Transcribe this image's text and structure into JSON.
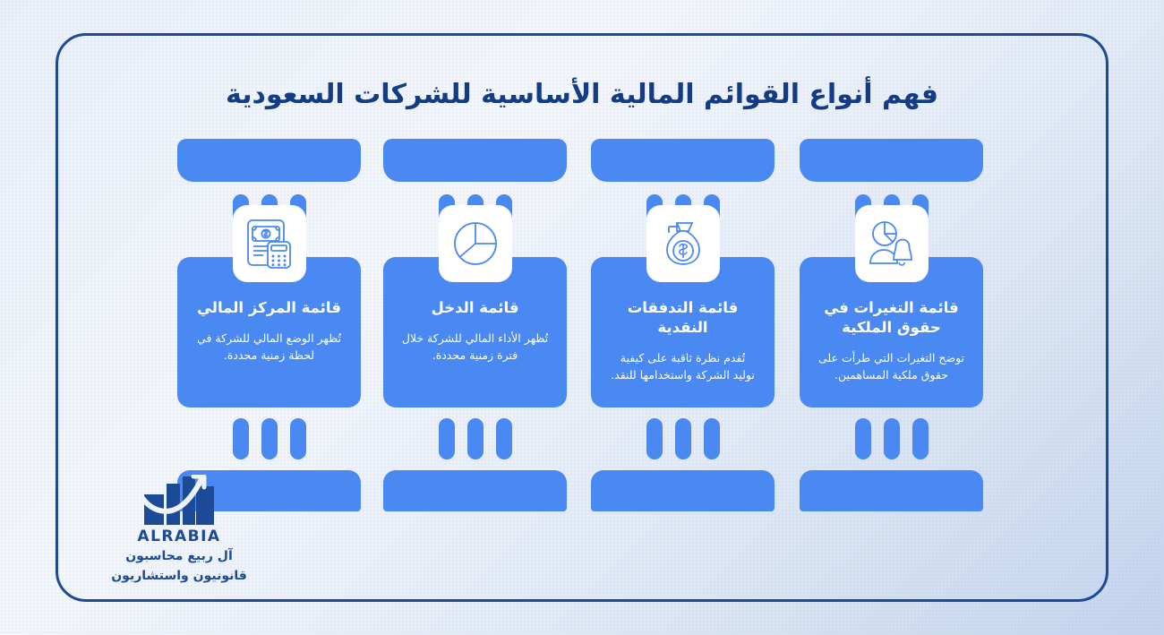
{
  "page": {
    "title": "فهم أنواع القوائم المالية الأساسية للشركات السعودية",
    "direction": "rtl",
    "colors": {
      "accent_blue": "#4a88f2",
      "deep_blue": "#1d4a97",
      "title_blue": "#133c84",
      "card_text": "#ffffff",
      "badge_bg": "#ffffff",
      "frame_border": "#1d4a97"
    }
  },
  "cards": [
    {
      "id": "statement-of-financial-position",
      "icon": "banknote-calculator-icon",
      "title": "قائمة المركز المالي",
      "description": "تُظهر الوضع المالي للشركة في لحظة زمنية محددة."
    },
    {
      "id": "income-statement",
      "icon": "pie-chart-icon",
      "title": "قائمة الدخل",
      "description": "تُظهر الأداء المالي للشركة خلال فترة زمنية محددة."
    },
    {
      "id": "cash-flow-statement",
      "icon": "money-bag-icon",
      "title": "قائمة التدفقات النقدية",
      "description": "تُقدم نظرة ثاقبة على كيفية توليد الشركة واستخدامها للنقد."
    },
    {
      "id": "statement-of-changes-in-equity",
      "icon": "pie-person-bell-icon",
      "title": "قائمة التغيرات في حقوق الملكية",
      "description": "توضح التغيرات التي طرأت على حقوق ملكية المساهمين."
    }
  ],
  "logo": {
    "mark": "bar-chart-arrow-logo",
    "name": "ALRABIA",
    "arabic_line1": "آل ربيع محاسبون",
    "arabic_line2": "قانونيون واستشاريون"
  }
}
